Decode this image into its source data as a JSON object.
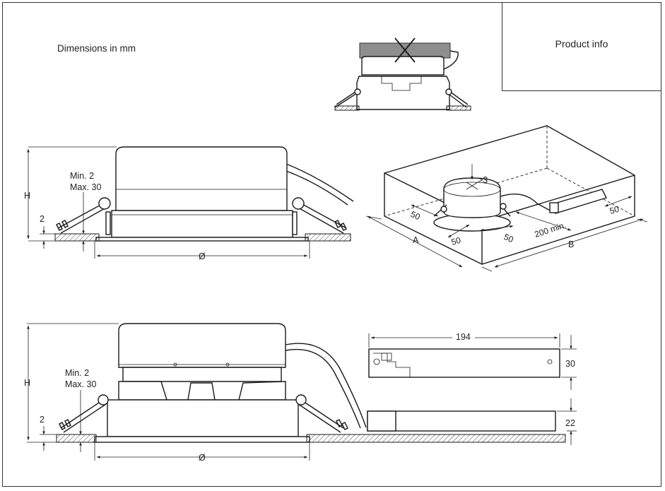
{
  "note": "Dimensions in mm",
  "product_info": "Product info",
  "top_view": {
    "min_max": [
      "Min. 2",
      "Max. 30"
    ],
    "height_label": "H",
    "thickness_label": "2",
    "diameter_label": "Ø"
  },
  "bottom_view": {
    "min_max": [
      "Min. 2",
      "Max. 30"
    ],
    "height_label": "H",
    "thickness_label": "2",
    "diameter_label": "Ø"
  },
  "installation_box": {
    "clearance_top": ">3",
    "clearance_left": "50",
    "clearance_front": "50",
    "clearance_side": "50",
    "clearance_driver_end": "50",
    "driver_distance": "200 min.",
    "width_label": "A",
    "length_label": "B"
  },
  "driver": {
    "length": "194",
    "height_top": "30",
    "height_bottom": "22"
  }
}
